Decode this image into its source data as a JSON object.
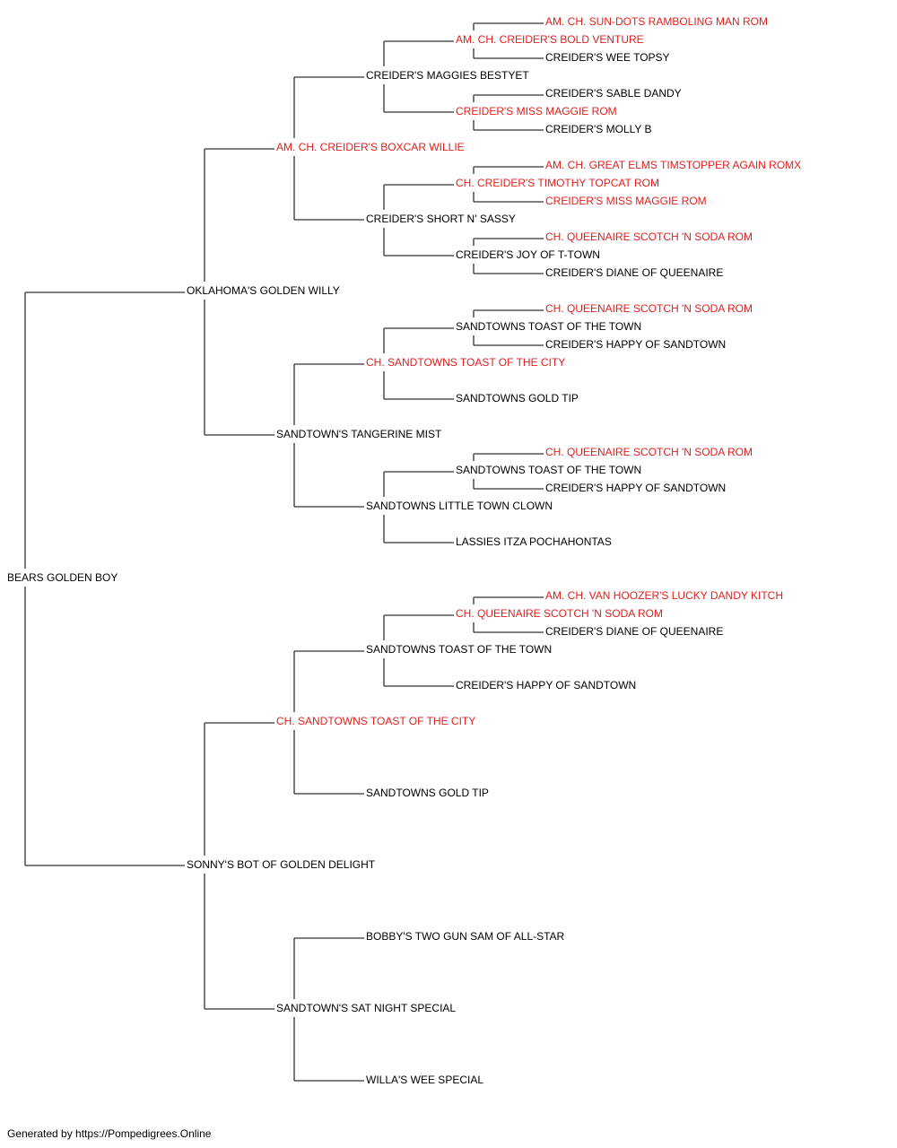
{
  "colors": {
    "champion": "#e0201e",
    "normal": "#000000",
    "line": "#333333"
  },
  "pedigree": {
    "name": "BEARS GOLDEN BOY",
    "champion": false,
    "sire": {
      "name": "OKLAHOMA'S GOLDEN WILLY",
      "champion": false,
      "sire": {
        "name": "AM. CH. CREIDER'S BOXCAR WILLIE",
        "champion": true,
        "sire": {
          "name": "CREIDER'S MAGGIES BESTYET",
          "champion": false,
          "sire": {
            "name": "AM. CH. CREIDER'S BOLD VENTURE",
            "champion": true,
            "sire": {
              "name": "AM. CH. SUN-DOTS RAMBOLING MAN ROM",
              "champion": true
            },
            "dam": {
              "name": "CREIDER'S WEE TOPSY",
              "champion": false
            }
          },
          "dam": {
            "name": "CREIDER'S MISS MAGGIE ROM",
            "champion": true,
            "sire": {
              "name": "CREIDER'S SABLE DANDY",
              "champion": false
            },
            "dam": {
              "name": "CREIDER'S MOLLY B",
              "champion": false
            }
          }
        },
        "dam": {
          "name": "CREIDER'S SHORT N' SASSY",
          "champion": false,
          "sire": {
            "name": "CH. CREIDER'S TIMOTHY TOPCAT ROM",
            "champion": true,
            "sire": {
              "name": "AM. CH. GREAT ELMS TIMSTOPPER AGAIN ROMX",
              "champion": true
            },
            "dam": {
              "name": "CREIDER'S MISS MAGGIE ROM",
              "champion": true
            }
          },
          "dam": {
            "name": "CREIDER'S JOY OF T-TOWN",
            "champion": false,
            "sire": {
              "name": "CH. QUEENAIRE SCOTCH 'N SODA ROM",
              "champion": true
            },
            "dam": {
              "name": "CREIDER'S DIANE OF QUEENAIRE",
              "champion": false
            }
          }
        }
      },
      "dam": {
        "name": "SANDTOWN'S TANGERINE MIST",
        "champion": false,
        "sire": {
          "name": "CH. SANDTOWNS TOAST OF THE CITY",
          "champion": true,
          "sire": {
            "name": "SANDTOWNS TOAST OF THE TOWN",
            "champion": false,
            "sire": {
              "name": "CH. QUEENAIRE SCOTCH 'N SODA ROM",
              "champion": true
            },
            "dam": {
              "name": "CREIDER'S HAPPY OF SANDTOWN",
              "champion": false
            }
          },
          "dam": {
            "name": "SANDTOWNS GOLD TIP",
            "champion": false
          }
        },
        "dam": {
          "name": "SANDTOWNS LITTLE TOWN CLOWN",
          "champion": false,
          "sire": {
            "name": "SANDTOWNS TOAST OF THE TOWN",
            "champion": false,
            "sire": {
              "name": "CH. QUEENAIRE SCOTCH 'N SODA ROM",
              "champion": true
            },
            "dam": {
              "name": "CREIDER'S HAPPY OF SANDTOWN",
              "champion": false
            }
          },
          "dam": {
            "name": "LASSIES ITZA POCHAHONTAS",
            "champion": false
          }
        }
      }
    },
    "dam": {
      "name": "SONNY'S BOT OF GOLDEN DELIGHT",
      "champion": false,
      "sire": {
        "name": "CH. SANDTOWNS TOAST OF THE CITY",
        "champion": true,
        "sire": {
          "name": "SANDTOWNS TOAST OF THE TOWN",
          "champion": false,
          "sire": {
            "name": "CH. QUEENAIRE SCOTCH 'N SODA ROM",
            "champion": true,
            "sire": {
              "name": "AM. CH. VAN HOOZER'S LUCKY DANDY KITCH",
              "champion": true
            },
            "dam": {
              "name": "CREIDER'S DIANE OF QUEENAIRE",
              "champion": false
            }
          },
          "dam": {
            "name": "CREIDER'S HAPPY OF SANDTOWN",
            "champion": false
          }
        },
        "dam": {
          "name": "SANDTOWNS GOLD TIP",
          "champion": false
        }
      },
      "dam": {
        "name": "SANDTOWN'S SAT NIGHT SPECIAL",
        "champion": false,
        "sire": {
          "name": "BOBBY'S TWO GUN SAM OF ALL-STAR",
          "champion": false
        },
        "dam": {
          "name": "WILLA'S WEE SPECIAL",
          "champion": false
        }
      }
    }
  },
  "footer": {
    "text": "Generated by https://Pompedigrees.Online"
  }
}
